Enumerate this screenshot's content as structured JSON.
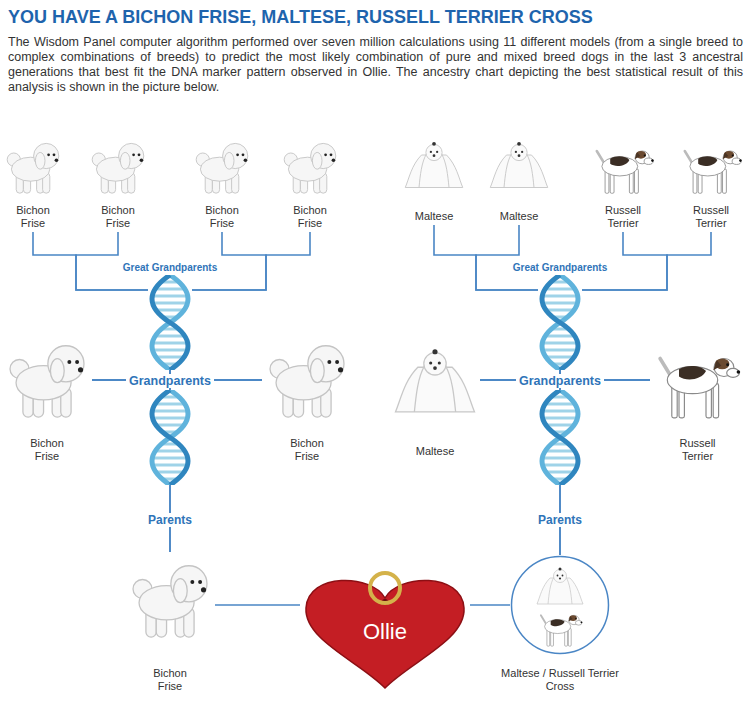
{
  "diagram": {
    "title": "YOU HAVE A BICHON FRISE, MALTESE, RUSSELL TERRIER CROSS",
    "caption": "The Wisdom Panel computer algorithm performed over seven million calculations using 11 different models (from a single breed to complex combinations of breeds) to predict the most likely combination of pure and mixed breed dogs in the last 3 ancestral generations that best fit the DNA marker pattern observed in Ollie. The ancestry chart depicting the best statistical result of this analysis is shown in the picture below.",
    "nodes": [
      {
        "text": [
          "Bichon Frise"
        ]
      },
      {
        "text": [
          "Bichon Frise"
        ]
      },
      {
        "text": [
          "Bichon Frise"
        ]
      },
      {
        "text": [
          "Bichon Frise"
        ]
      },
      {
        "text": [
          "Maltese"
        ]
      },
      {
        "text": [
          "Maltese"
        ]
      },
      {
        "text": [
          "Russell Terrier"
        ]
      },
      {
        "text": [
          "Russell Terrier"
        ]
      },
      {
        "text": [
          "Bichon Frise"
        ]
      },
      {
        "text": [
          "Bichon Frise"
        ]
      },
      {
        "text": [
          "Maltese"
        ]
      },
      {
        "text": [
          "Russell Terrier"
        ]
      },
      {
        "text": [
          "Bichon Frise"
        ]
      },
      {
        "text": [
          "Ollie"
        ]
      },
      {
        "text": [
          "Maltese / Russell Terrier Cross"
        ]
      }
    ],
    "edges": [
      {
        "from": 0,
        "to": 8,
        "arrow": "none"
      },
      {
        "from": 1,
        "to": 8,
        "arrow": "none"
      },
      {
        "from": 2,
        "to": 9,
        "arrow": "none"
      },
      {
        "from": 3,
        "to": 9,
        "arrow": "none"
      },
      {
        "from": 4,
        "to": 10,
        "arrow": "none"
      },
      {
        "from": 5,
        "to": 10,
        "arrow": "none"
      },
      {
        "from": 6,
        "to": 11,
        "arrow": "none"
      },
      {
        "from": 7,
        "to": 11,
        "arrow": "none"
      },
      {
        "from": 8,
        "to": 12,
        "arrow": "none"
      },
      {
        "from": 9,
        "to": 12,
        "arrow": "none"
      },
      {
        "from": 10,
        "to": 14,
        "arrow": "none"
      },
      {
        "from": 11,
        "to": 14,
        "arrow": "none"
      },
      {
        "from": 12,
        "to": 13,
        "arrow": "none"
      },
      {
        "from": 14,
        "to": 13,
        "arrow": "none"
      }
    ],
    "labels": [
      "Great Grandparents",
      "Great Grandparents",
      "Grandparents",
      "Grandparents",
      "Parents",
      "Parents"
    ]
  }
}
